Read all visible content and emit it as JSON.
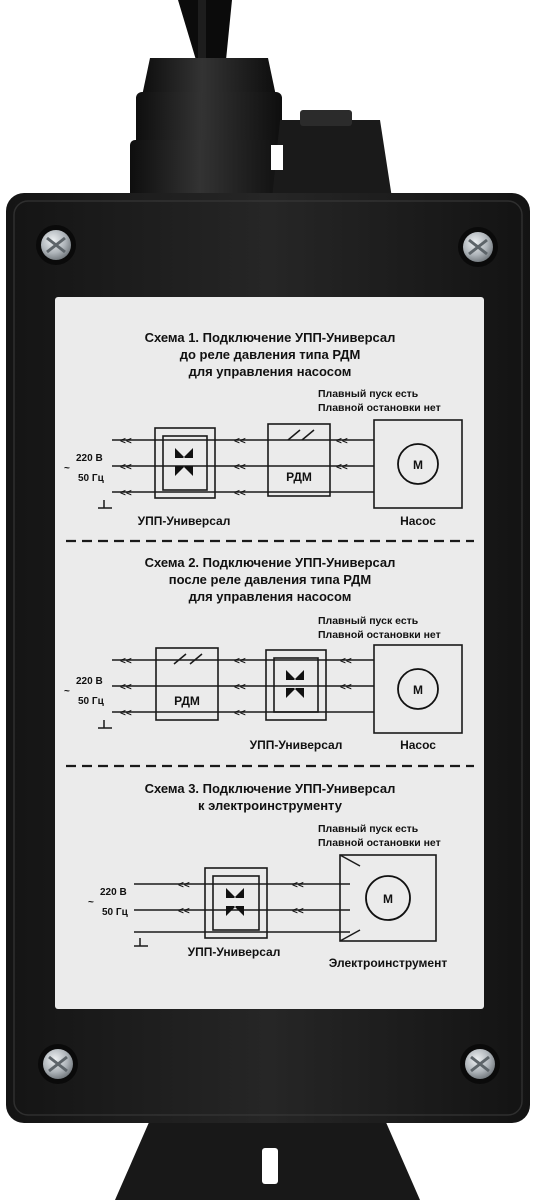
{
  "scheme1": {
    "title_line1": "Схема 1. Подключение УПП-Универсал",
    "title_line2": "до реле давления типа РДМ",
    "title_line3": "для управления насосом",
    "note_line1": "Плавный пуск есть",
    "note_line2": "Плавной остановки нет",
    "voltage": "220 В",
    "frequency": "50 Гц",
    "tilde": "~",
    "relay_label": "РДМ",
    "motor_label": "М",
    "device_caption": "УПП-Универсал",
    "load_caption": "Насос"
  },
  "scheme2": {
    "title_line1": "Схема 2. Подключение УПП-Универсал",
    "title_line2": "после реле давления типа РДМ",
    "title_line3": "для управления насосом",
    "note_line1": "Плавный пуск есть",
    "note_line2": "Плавной остановки нет",
    "voltage": "220 В",
    "frequency": "50 Гц",
    "tilde": "~",
    "relay_label": "РДМ",
    "motor_label": "М",
    "device_caption": "УПП-Универсал",
    "load_caption": "Насос"
  },
  "scheme3": {
    "title_line1": "Схема 3. Подключение УПП-Универсал",
    "title_line2": "к электроинструменту",
    "note_line1": "Плавный пуск есть",
    "note_line2": "Плавной остановки нет",
    "voltage": "220 В",
    "frequency": "50 Гц",
    "tilde": "~",
    "motor_label": "М",
    "device_caption": "УПП-Универсал",
    "load_caption": "Электроинструмент"
  },
  "colors": {
    "enclosure": "#1c1c1c",
    "label_plate": "#ebebeb",
    "ink": "#111111",
    "screw": "#b8bcc0"
  }
}
